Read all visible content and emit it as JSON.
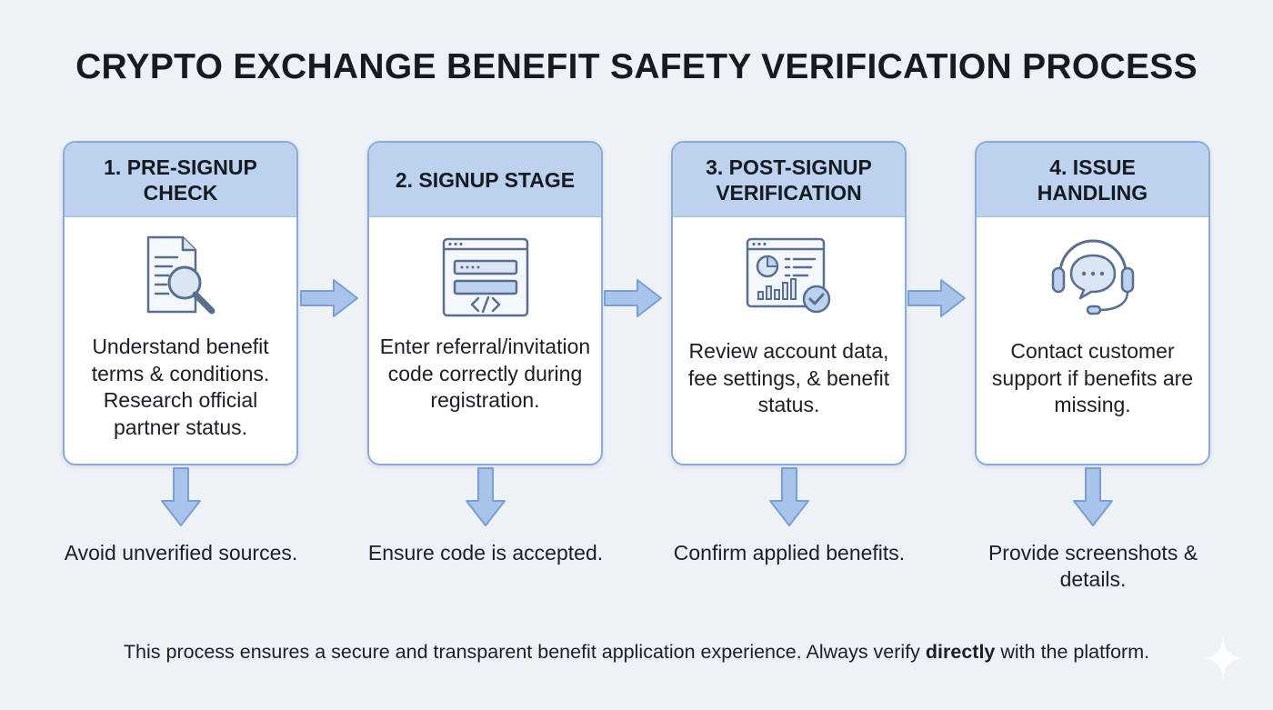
{
  "title": "CRYPTO EXCHANGE BENEFIT SAFETY VERIFICATION PROCESS",
  "colors": {
    "header_fill": "#bcd2ee",
    "border": "#8aa9d6",
    "arrow": "#a9c4ea",
    "arrow_stroke": "#7a9fd4",
    "icon_stroke": "#5a6f8e",
    "background": "#eef1f6"
  },
  "steps": [
    {
      "title": "1. PRE-SIGNUP CHECK",
      "icon": "document-search-icon",
      "description": "Understand benefit terms & conditions. Research official partner status.",
      "outcome": "Avoid unverified sources."
    },
    {
      "title": "2. SIGNUP STAGE",
      "icon": "code-entry-form-icon",
      "description": "Enter referral/invitation code correctly during registration.",
      "outcome": "Ensure code is accepted."
    },
    {
      "title": "3. POST-SIGNUP VERIFICATION",
      "icon": "dashboard-check-icon",
      "description": "Review account data, fee settings, & benefit status.",
      "outcome": "Confirm applied benefits."
    },
    {
      "title": "4. ISSUE HANDLING",
      "icon": "support-headset-icon",
      "description": "Contact customer support if benefits are missing.",
      "outcome": "Provide screenshots & details."
    }
  ],
  "footer": {
    "before": "This process ensures a secure and transparent benefit application experience. Always verify ",
    "emphasis": "directly",
    "after": " with the platform."
  }
}
